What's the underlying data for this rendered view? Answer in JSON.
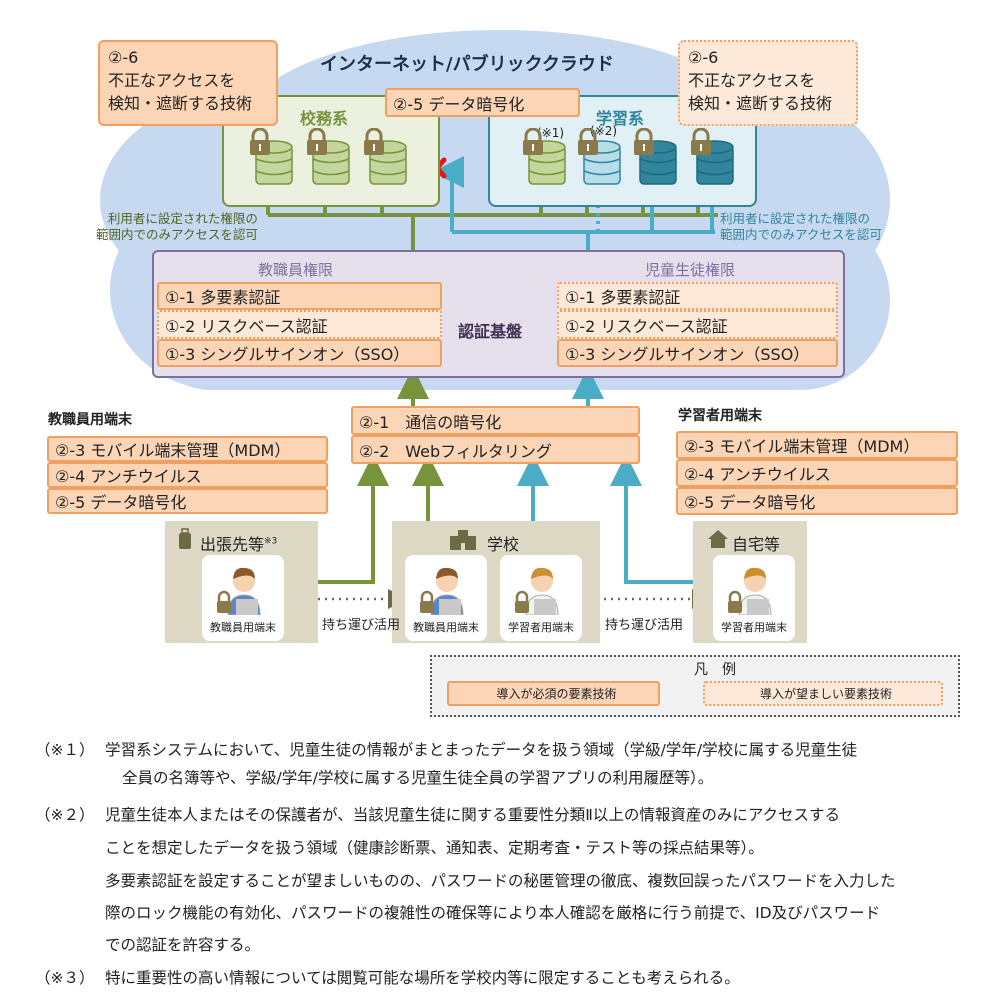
{
  "cloud": {
    "title": "インターネット/パブリッククラウド"
  },
  "detect_left": {
    "num": "②-6",
    "line1": "不正なアクセスを",
    "line2": "検知・遮断する技術",
    "type": "required"
  },
  "detect_right": {
    "num": "②-6",
    "line1": "不正なアクセスを",
    "line2": "検知・遮断する技術",
    "type": "recommended"
  },
  "encryption_cloud": "②-5 データ暗号化",
  "admin_system": {
    "title": "校務系"
  },
  "learning_system": {
    "title": "学習系",
    "note1": "(※1)",
    "note2": "(※2)"
  },
  "access_note_left": {
    "line1": "利用者に設定された権限の",
    "line2": "範囲内でのみアクセスを認可"
  },
  "access_note_right": {
    "line1": "利用者に設定された権限の",
    "line2": "範囲内でのみアクセスを認可"
  },
  "auth": {
    "title": "認証基盤",
    "staff": {
      "title": "教職員権限",
      "items": [
        "①-1 多要素認証",
        "①-2 リスクベース認証",
        "①-3 シングルサインオン（SSO）"
      ]
    },
    "student": {
      "title": "児童生徒権限",
      "items": [
        "①-1 多要素認証",
        "①-2 リスクベース認証",
        "①-3 シングルサインオン（SSO）"
      ]
    }
  },
  "network": {
    "items": [
      "②-1　通信の暗号化",
      "②-2　Webフィルタリング"
    ]
  },
  "staff_device": {
    "title": "教職員用端末",
    "items": [
      "②-3 モバイル端末管理（MDM）",
      "②-4 アンチウイルス",
      "②-5 データ暗号化"
    ]
  },
  "learner_device": {
    "title": "学習者用端末",
    "items": [
      "②-3 モバイル端末管理（MDM）",
      "②-4 アンチウイルス",
      "②-5 データ暗号化"
    ]
  },
  "locations": {
    "trip": {
      "title": "出張先等",
      "note": "※3",
      "card": "教職員用端末"
    },
    "school": {
      "title": "学校",
      "card_staff": "教職員用端末",
      "card_student": "学習者用端末"
    },
    "home": {
      "title": "自宅等",
      "card": "学習者用端末"
    },
    "carry_left": "持ち運び活用",
    "carry_right": "持ち運び活用"
  },
  "legend": {
    "title": "凡　例",
    "required": "導入が必須の要素技術",
    "recommended": "導入が望ましい要素技術"
  },
  "colors": {
    "staff_line": "#77933c",
    "student_line": "#4bacc6",
    "required_fill": "#fbd5b5",
    "recommended_fill": "#fde9d9",
    "cloud": "#c6d9f0",
    "auth_fill": "#e6e0ec",
    "blocked": "#e8141c"
  },
  "footnotes": [
    {
      "label": "（※１）",
      "lines": [
        "学習系システムにおいて、児童生徒の情報がまとまったデータを扱う領域（学級/学年/学校に属する児童生徒",
        "全員の名簿等や、学級/学年/学校に属する児童生徒全員の学習アプリの利用履歴等）。"
      ]
    },
    {
      "label": "（※２）",
      "lines": [
        "児童生徒本人またはその保護者が、当該児童生徒に関する重要性分類Ⅱ以上の情報資産のみにアクセスする",
        "ことを想定したデータを扱う領域（健康診断票、通知表、定期考査・テスト等の採点結果等）。",
        "多要素認証を設定することが望ましいものの、パスワードの秘匿管理の徹底、複数回誤ったパスワードを入力した",
        "際のロック機能の有効化、パスワードの複雑性の確保等により本人確認を厳格に行う前提で、ID及びパスワード",
        "での認証を許容する。"
      ]
    },
    {
      "label": "（※３）",
      "lines": [
        "特に重要性の高い情報については閲覧可能な場所を学校内等に限定することも考えられる。"
      ]
    }
  ]
}
